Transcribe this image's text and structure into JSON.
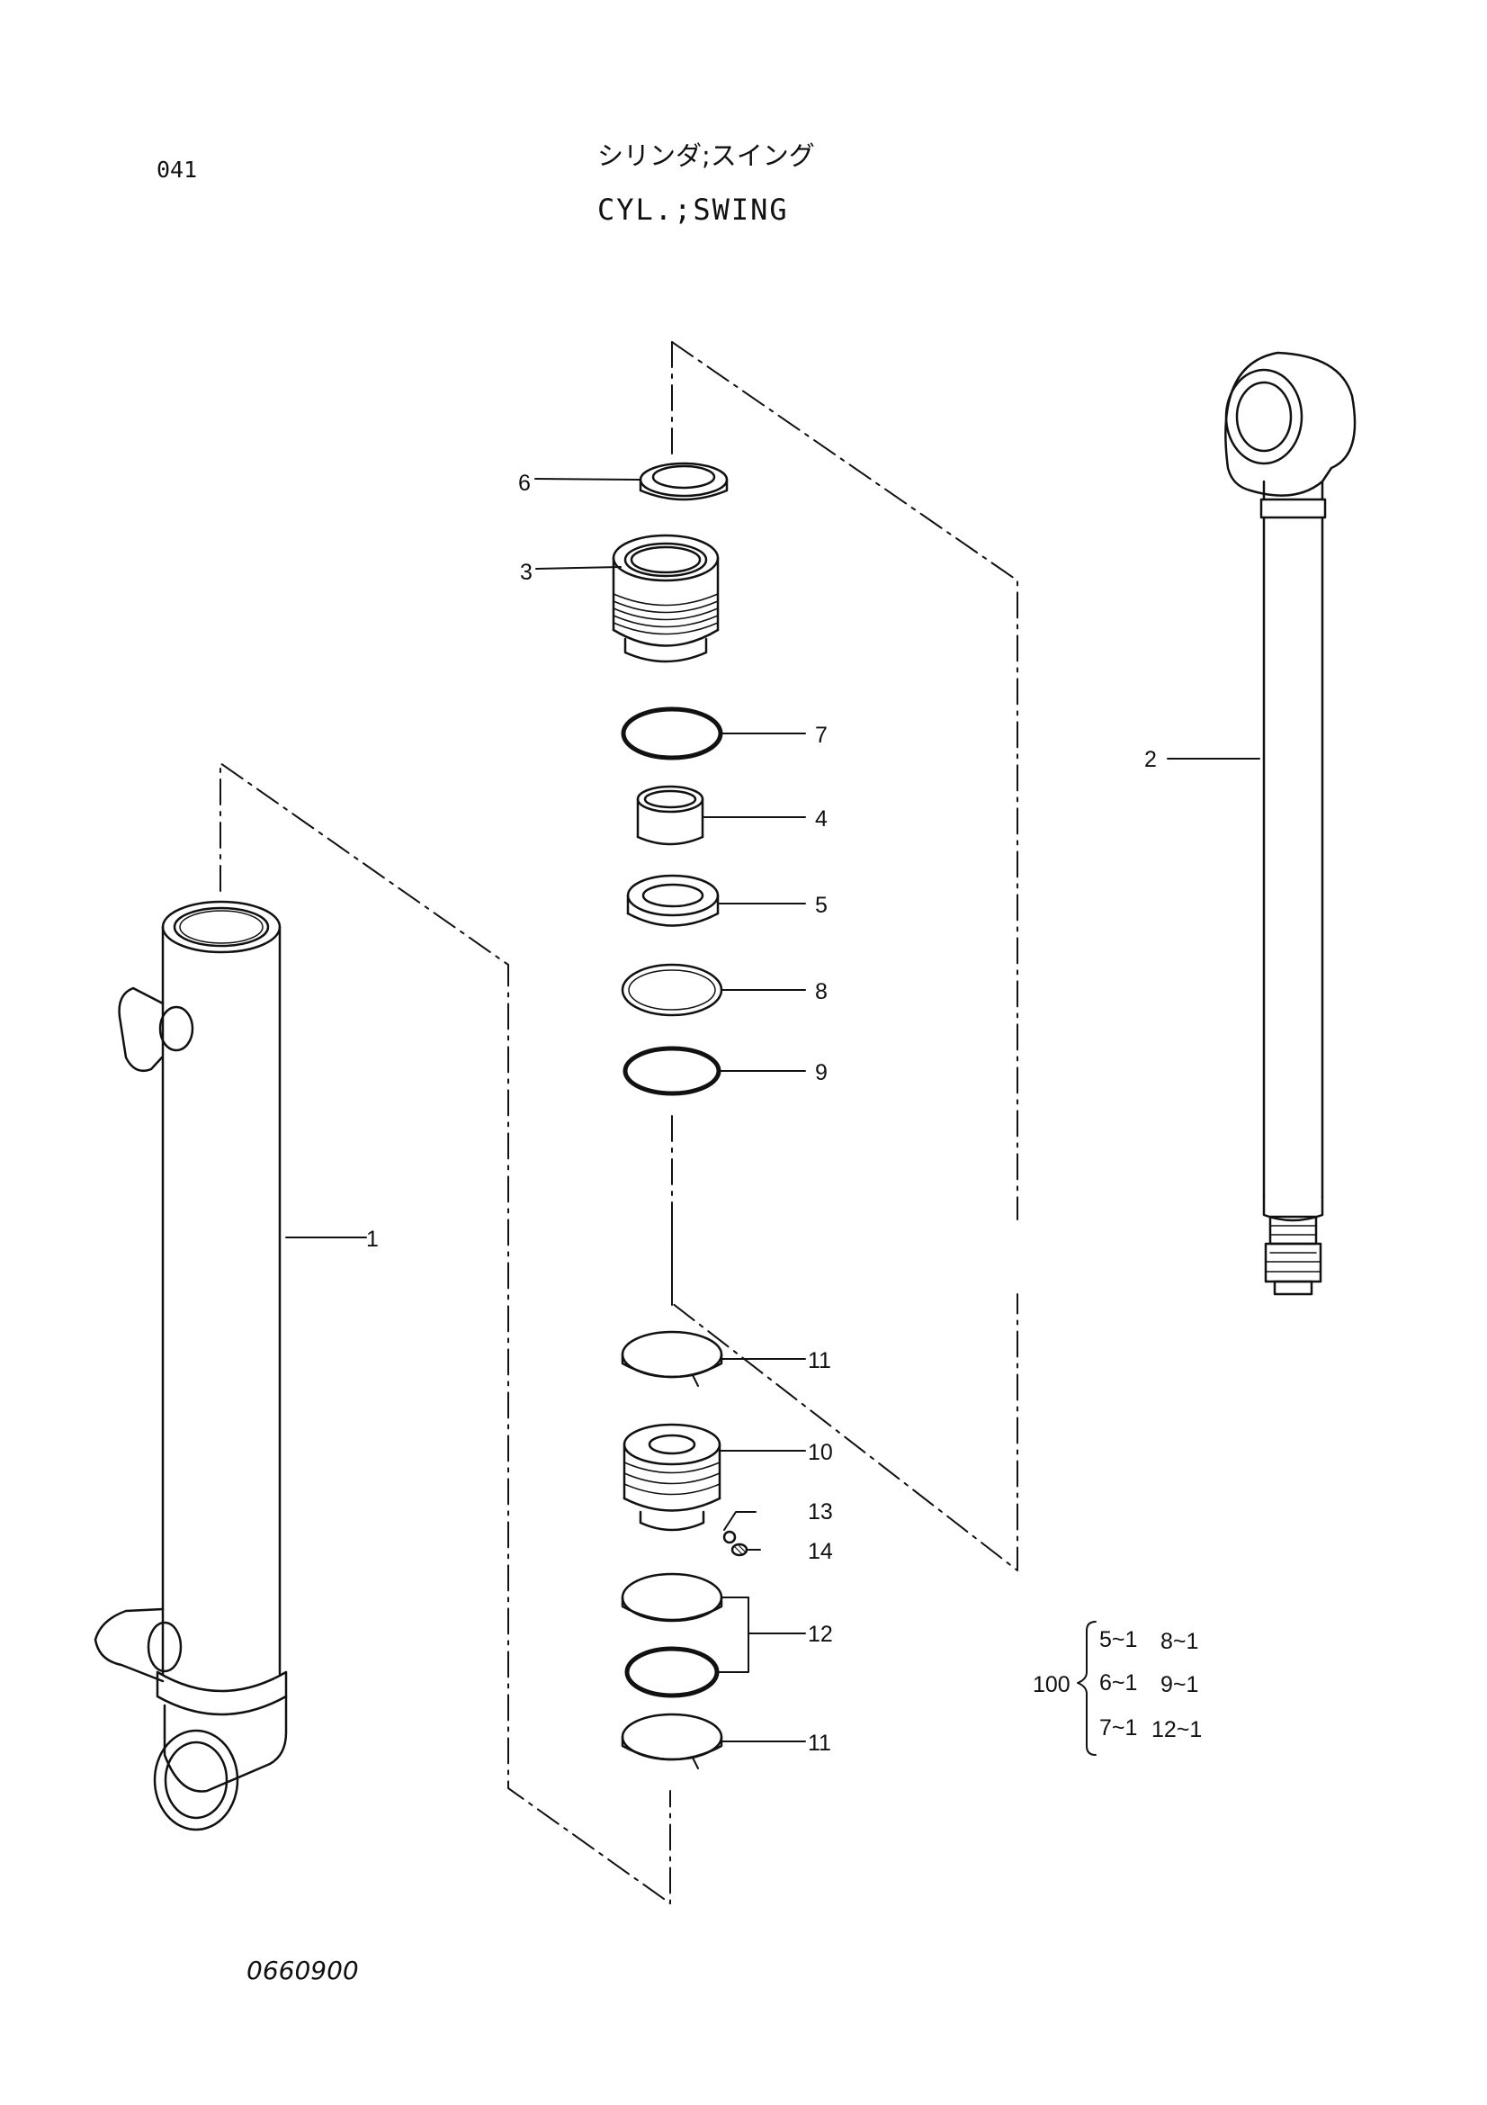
{
  "header": {
    "page_number": "041",
    "title_jp": "シリンダ;スイング",
    "title_en": "CYL.;SWING"
  },
  "footer": {
    "drawing_number": "0660900"
  },
  "callouts": [
    "1",
    "2",
    "3",
    "4",
    "5",
    "6",
    "7",
    "8",
    "9",
    "10",
    "11",
    "11",
    "12",
    "13",
    "14"
  ],
  "kit": {
    "number": "100",
    "rows": [
      [
        "5~1",
        "8~1"
      ],
      [
        "6~1",
        "9~1"
      ],
      [
        "7~1",
        "12~1"
      ]
    ]
  }
}
